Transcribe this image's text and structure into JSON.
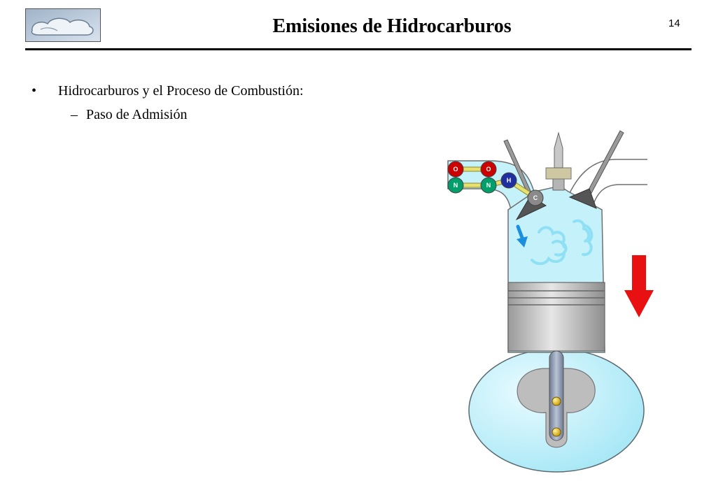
{
  "header": {
    "title": "Emisiones de Hidrocarburos",
    "page_number": "14"
  },
  "content": {
    "bullet_1": {
      "marker": "•",
      "text": "Hidrocarburos y el Proceso de Combustión:"
    },
    "bullet_2": {
      "marker": "–",
      "text": "Paso de Admisión"
    }
  },
  "figure": {
    "atoms": {
      "o1": "O",
      "o2": "O",
      "n1": "N",
      "n2": "N",
      "h": "H",
      "c": "C"
    },
    "colors": {
      "oxygen": "#cc0000",
      "nitrogen": "#009e6b",
      "hydrogen": "#1f2f9f",
      "carbon": "#8a8a8a",
      "chamber": "#c5f1fb",
      "piston": "#bdbdbd",
      "down_arrow": "#e81010",
      "flow_arrow": "#1a8fe0"
    },
    "icons": [
      "intake-valve-icon",
      "exhaust-valve-icon",
      "spark-plug-icon",
      "down-arrow-icon",
      "flow-arrow-icon"
    ]
  }
}
